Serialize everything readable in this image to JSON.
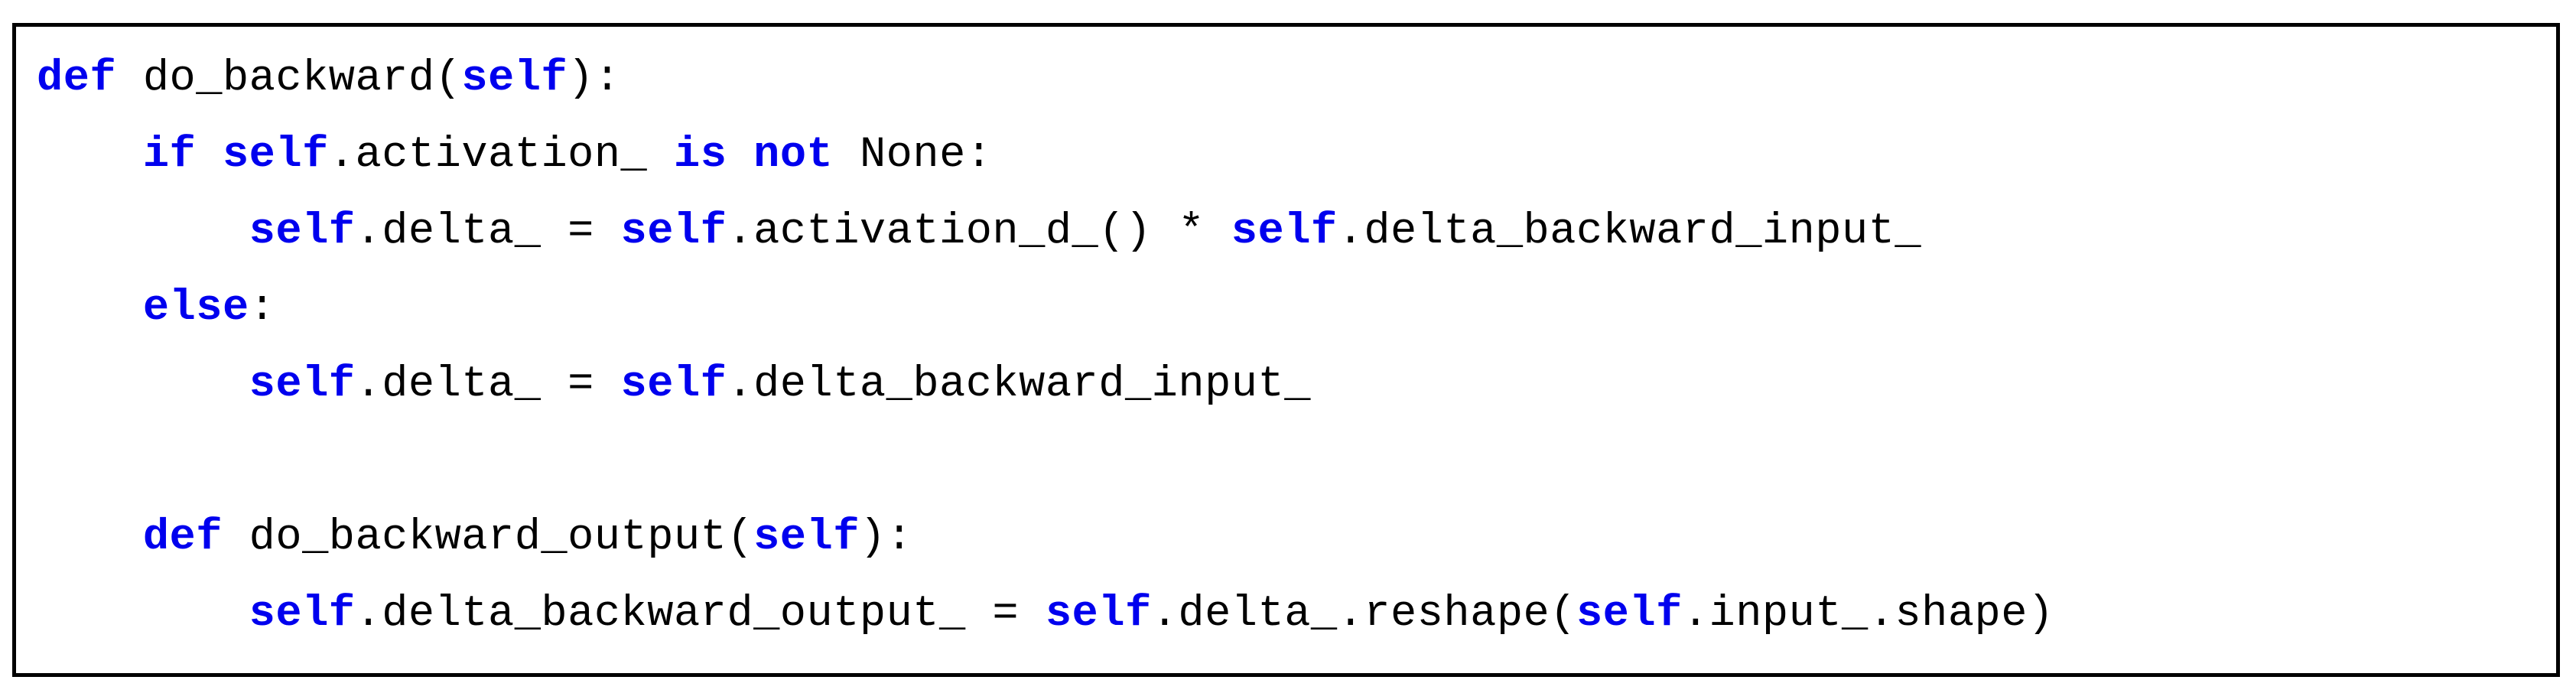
{
  "page": {
    "background": "#ffffff"
  },
  "code_block": {
    "language": "python",
    "border_color": "#000000",
    "background": "#ffffff",
    "plain_color": "#000000",
    "keyword_color": "#0000ee",
    "lines": [
      {
        "tokens": [
          {
            "text": "def",
            "type": "keyword"
          },
          {
            "text": " do_backward(",
            "type": "plain"
          },
          {
            "text": "self",
            "type": "keyword"
          },
          {
            "text": "):",
            "type": "plain"
          }
        ]
      },
      {
        "tokens": [
          {
            "text": "    ",
            "type": "plain"
          },
          {
            "text": "if",
            "type": "keyword"
          },
          {
            "text": " ",
            "type": "plain"
          },
          {
            "text": "self",
            "type": "keyword"
          },
          {
            "text": ".activation_ ",
            "type": "plain"
          },
          {
            "text": "is",
            "type": "keyword"
          },
          {
            "text": " ",
            "type": "plain"
          },
          {
            "text": "not",
            "type": "keyword"
          },
          {
            "text": " None:",
            "type": "plain"
          }
        ]
      },
      {
        "tokens": [
          {
            "text": "        ",
            "type": "plain"
          },
          {
            "text": "self",
            "type": "keyword"
          },
          {
            "text": ".delta_ = ",
            "type": "plain"
          },
          {
            "text": "self",
            "type": "keyword"
          },
          {
            "text": ".activation_d_() * ",
            "type": "plain"
          },
          {
            "text": "self",
            "type": "keyword"
          },
          {
            "text": ".delta_backward_input_",
            "type": "plain"
          }
        ]
      },
      {
        "tokens": [
          {
            "text": "    ",
            "type": "plain"
          },
          {
            "text": "else",
            "type": "keyword"
          },
          {
            "text": ":",
            "type": "plain"
          }
        ]
      },
      {
        "tokens": [
          {
            "text": "        ",
            "type": "plain"
          },
          {
            "text": "self",
            "type": "keyword"
          },
          {
            "text": ".delta_ = ",
            "type": "plain"
          },
          {
            "text": "self",
            "type": "keyword"
          },
          {
            "text": ".delta_backward_input_",
            "type": "plain"
          }
        ]
      },
      {
        "tokens": []
      },
      {
        "tokens": [
          {
            "text": "    ",
            "type": "plain"
          },
          {
            "text": "def",
            "type": "keyword"
          },
          {
            "text": " do_backward_output(",
            "type": "plain"
          },
          {
            "text": "self",
            "type": "keyword"
          },
          {
            "text": "):",
            "type": "plain"
          }
        ]
      },
      {
        "tokens": [
          {
            "text": "        ",
            "type": "plain"
          },
          {
            "text": "self",
            "type": "keyword"
          },
          {
            "text": ".delta_backward_output_ = ",
            "type": "plain"
          },
          {
            "text": "self",
            "type": "keyword"
          },
          {
            "text": ".delta_.reshape(",
            "type": "plain"
          },
          {
            "text": "self",
            "type": "keyword"
          },
          {
            "text": ".input_.shape)",
            "type": "plain"
          }
        ]
      }
    ]
  }
}
